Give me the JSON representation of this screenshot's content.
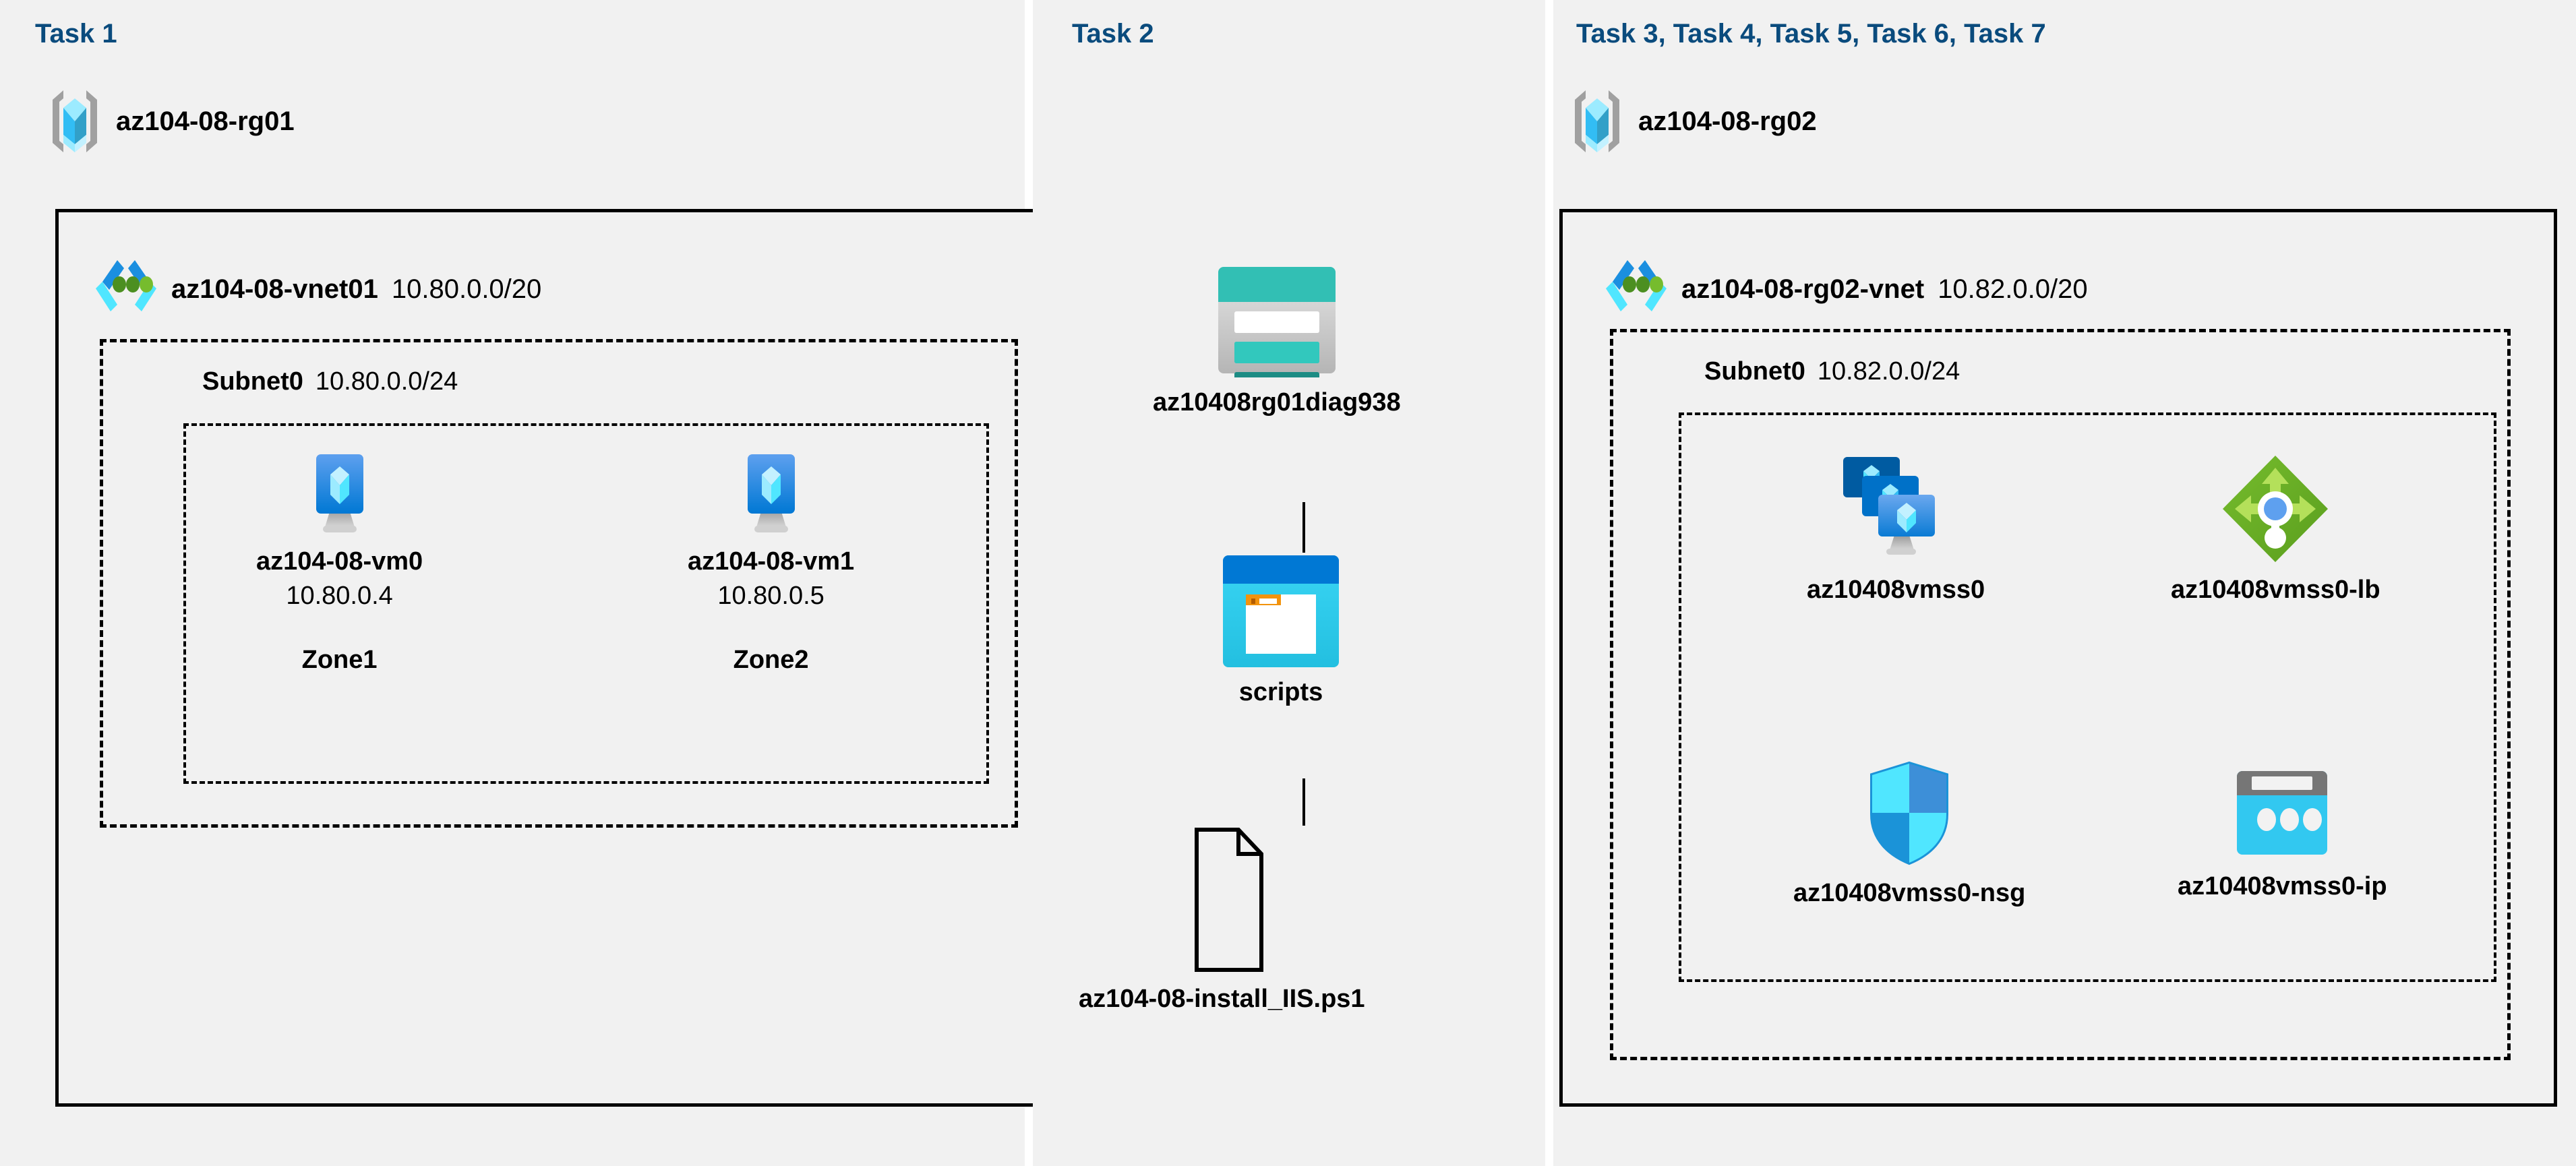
{
  "panels": [
    {
      "id": "task1",
      "task_label": "Task 1",
      "resource_group": "az104-08-rg01",
      "vnet": {
        "name": "az104-08-vnet01",
        "cidr": "10.80.0.0/20"
      },
      "subnet": {
        "name": "Subnet0",
        "cidr": "10.80.0.0/24"
      },
      "vms": [
        {
          "name": "az104-08-vm0",
          "ip": "10.80.0.4",
          "zone": "Zone1"
        },
        {
          "name": "az104-08-vm1",
          "ip": "10.80.0.5",
          "zone": "Zone2"
        }
      ]
    },
    {
      "id": "task2",
      "task_label": "Task 2",
      "items": [
        {
          "name": "az10408rg01diag938",
          "icon": "storage-account-icon"
        },
        {
          "name": "scripts",
          "icon": "blob-container-icon"
        },
        {
          "name": "az104-08-install_IIS.ps1",
          "icon": "file-icon"
        }
      ]
    },
    {
      "id": "task3",
      "task_label": "Task 3, Task 4, Task 5, Task 6, Task 7",
      "resource_group": "az104-08-rg02",
      "vnet": {
        "name": "az104-08-rg02-vnet",
        "cidr": "10.82.0.0/20"
      },
      "subnet": {
        "name": "Subnet0",
        "cidr": "10.82.0.0/24"
      },
      "resources": [
        {
          "name": "az10408vmss0",
          "icon": "vmss-icon"
        },
        {
          "name": "az10408vmss0-lb",
          "icon": "load-balancer-icon"
        },
        {
          "name": "az10408vmss0-nsg",
          "icon": "network-security-group-icon"
        },
        {
          "name": "az10408vmss0-ip",
          "icon": "public-ip-icon"
        }
      ]
    }
  ],
  "colors": {
    "task_label": "#0a4b7d",
    "panel_background": "#f1f1f1",
    "page_background": "#ffffff",
    "border": "#000000",
    "azure_blue": "#0078d4",
    "azure_cyan": "#50e6ff",
    "vnet_green": "#5e9624",
    "storage_teal": "#32bfb4",
    "lb_green": "#6bab2a",
    "nsg_blue": "#32bdf4"
  }
}
